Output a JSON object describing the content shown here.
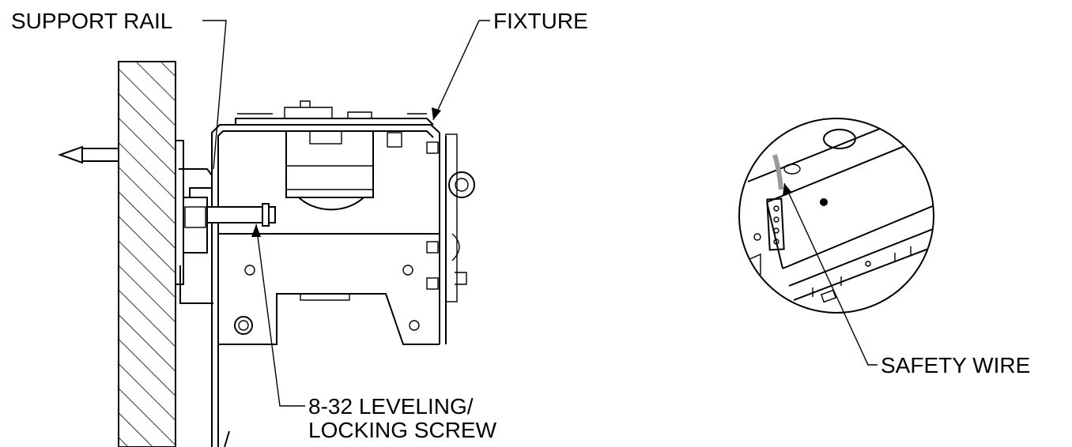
{
  "labels": {
    "support_rail": "SUPPORT RAIL",
    "fixture": "FIXTURE",
    "screw_line1": "8-32 LEVELING/",
    "screw_line2": "LOCKING SCREW",
    "safety_wire": "SAFETY WIRE"
  }
}
